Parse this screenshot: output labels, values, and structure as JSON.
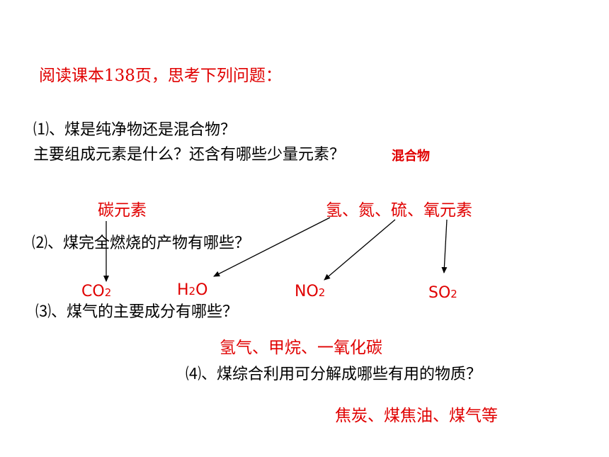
{
  "title": "阅读课本138页，思考下列问题：",
  "q1": {
    "line1": "⑴、煤是纯净物还是混合物？",
    "line2": "主要组成元素是什么？还含有哪些少量元素？",
    "answer": "混合物"
  },
  "elements": {
    "main": "碳元素",
    "minor": "氢、氮、硫、氧元素"
  },
  "q2": {
    "text": "⑵、煤完全燃烧的产物有哪些？",
    "products": [
      {
        "base": "CO",
        "sub": "2"
      },
      {
        "base": "H",
        "sub": "2",
        "tail": "O"
      },
      {
        "base": "NO",
        "sub": "2"
      },
      {
        "base": "SO",
        "sub": "2"
      }
    ]
  },
  "q3": {
    "text": "⑶、煤气的主要成分有哪些？",
    "answer": "氢气、甲烷、一氧化碳"
  },
  "q4": {
    "text": "⑷、煤综合利用可分解成哪些有用的物质？",
    "answer": "焦炭、煤焦油、煤气等"
  },
  "colors": {
    "answer": "#e00000",
    "text": "#000000"
  }
}
